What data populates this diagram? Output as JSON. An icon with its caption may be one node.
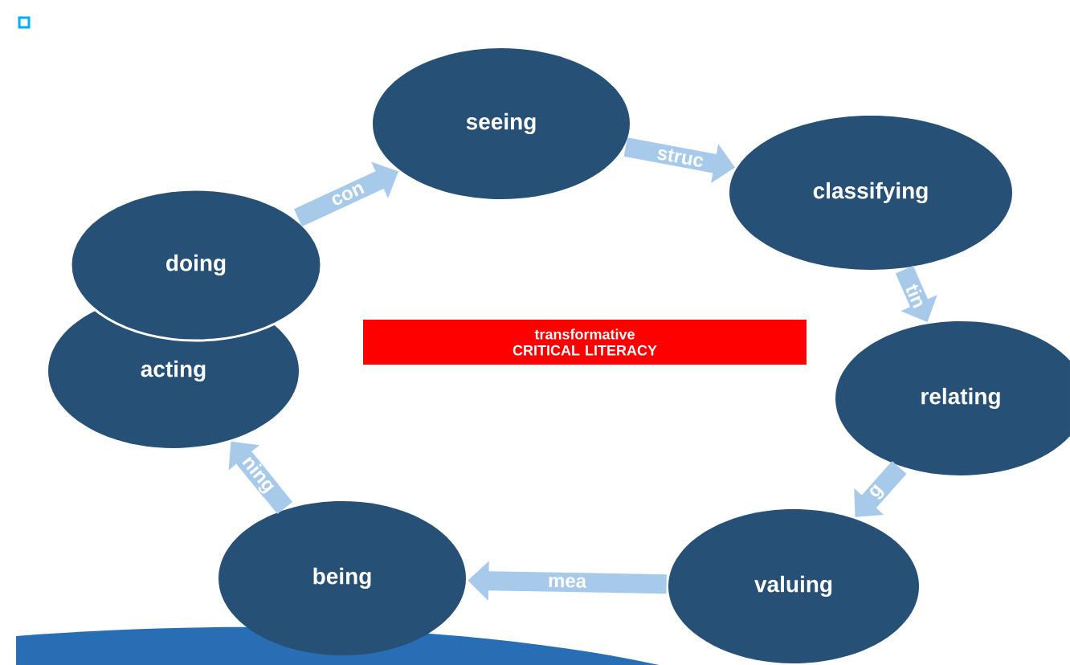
{
  "diagram": {
    "nodes": [
      {
        "text": [
          "seeing"
        ]
      },
      {
        "text": [
          "classifying"
        ]
      },
      {
        "text": [
          "doing"
        ]
      },
      {
        "text": [
          "transformative CRITICAL LITERACY"
        ]
      },
      {
        "text": [
          "acting"
        ]
      },
      {
        "text": [
          "relating"
        ]
      },
      {
        "text": [
          "being"
        ]
      },
      {
        "text": [
          "valuing"
        ]
      }
    ],
    "edges": [
      {
        "from": 2,
        "to": 0,
        "arrow": "to",
        "label": "con"
      },
      {
        "from": 0,
        "to": 1,
        "arrow": "to",
        "label": "struc"
      },
      {
        "from": 1,
        "to": 5,
        "arrow": "to",
        "label": "tin"
      },
      {
        "from": 5,
        "to": 7,
        "arrow": "to",
        "label": "g"
      },
      {
        "from": 7,
        "to": 6,
        "arrow": "to",
        "label": "mea"
      },
      {
        "from": 6,
        "to": 4,
        "arrow": "to",
        "label": "ning"
      }
    ]
  }
}
